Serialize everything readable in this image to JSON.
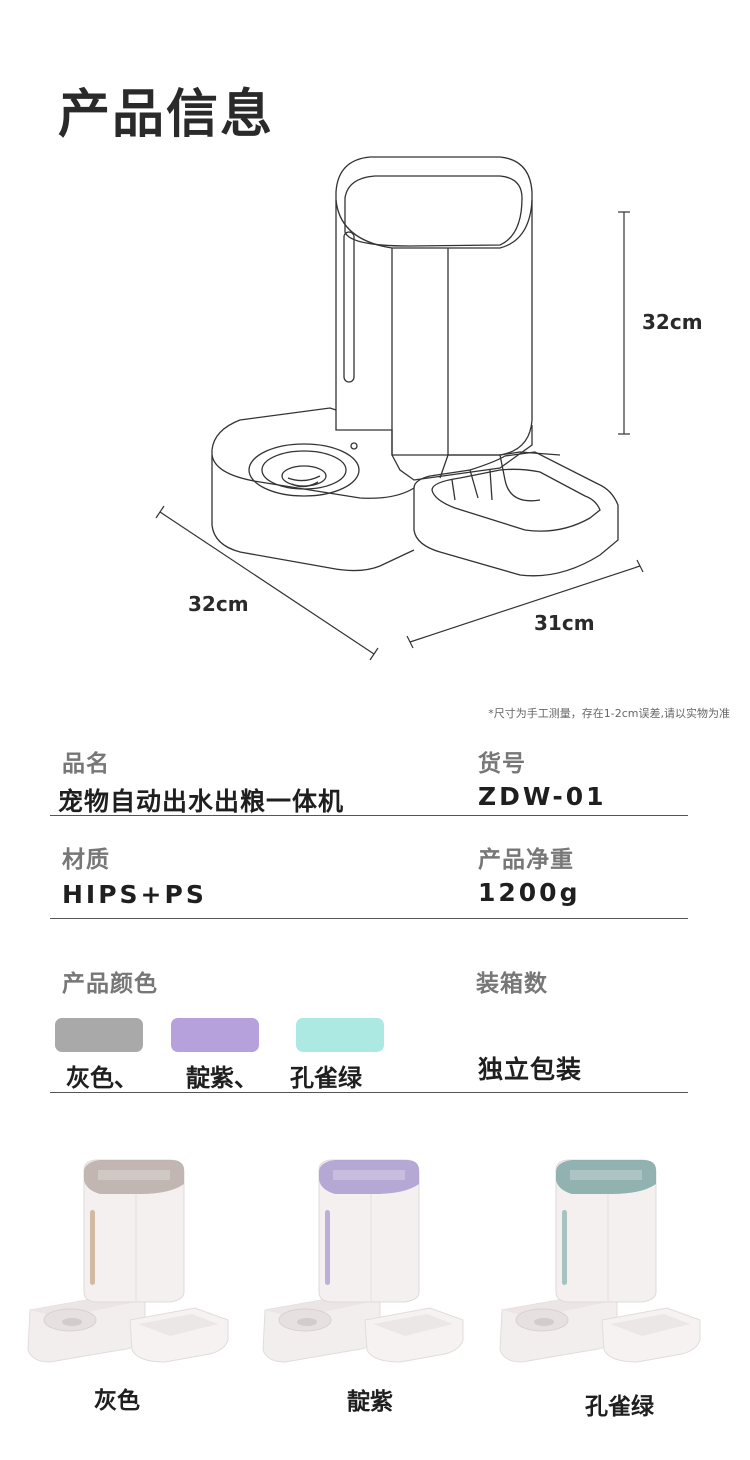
{
  "title": "产品信息",
  "dimensions": {
    "height": "32cm",
    "depth": "32cm",
    "width": "31cm"
  },
  "note": "*尺寸为手工测量，存在1-2cm误差,请以实物为准",
  "specs": {
    "name_label": "品名",
    "name_value": "宠物自动出水出粮一体机",
    "code_label": "货号",
    "code_value": "ZDW-01",
    "material_label": "材质",
    "material_value": "HIPS+PS",
    "weight_label": "产品净重",
    "weight_value": "1200g",
    "color_label": "产品颜色",
    "packing_label": "装箱数",
    "packing_value": "独立包装"
  },
  "colors": [
    {
      "label": "灰色、",
      "hex": "#a9a9a9"
    },
    {
      "label": "靛紫、",
      "hex": "#b6a1dd"
    },
    {
      "label": "孔雀绿",
      "hex": "#ade9e3"
    }
  ],
  "photos": [
    {
      "label": "灰色",
      "lid_hex": "#b7aca6",
      "window_hex": "#c8a788"
    },
    {
      "label": "靛紫",
      "lid_hex": "#a99bd0",
      "window_hex": "#a99bd0"
    },
    {
      "label": "孔雀绿",
      "lid_hex": "#7fa7a6",
      "window_hex": "#8fb2b1"
    }
  ]
}
